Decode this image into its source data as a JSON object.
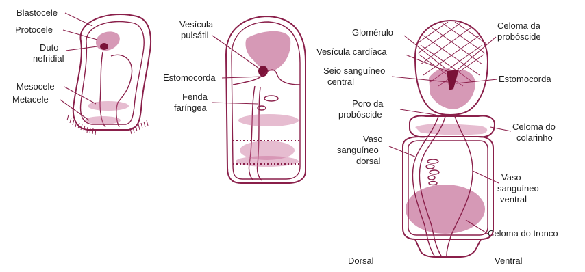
{
  "figure": {
    "left": {
      "labels": {
        "blastocele": "Blastocele",
        "protocele": "Protocele",
        "duto_line1": "Duto",
        "duto_line2": "nefridial",
        "mesocele": "Mesocele",
        "metacele": "Metacele"
      }
    },
    "middle": {
      "labels": {
        "vesicula_line1": "Vesícula",
        "vesicula_line2": "pulsátil",
        "estomocorda": "Estomocorda",
        "fenda_line1": "Fenda",
        "fenda_line2": "faríngea"
      }
    },
    "right": {
      "labels": {
        "glomerulo": "Glomérulo",
        "vesicula_cardiaca": "Vesícula cardíaca",
        "seio_line1": "Seio sanguíneo",
        "seio_line2": "central",
        "poro_line1": "Poro da",
        "poro_line2": "probóscide",
        "vaso_dorsal_line1": "Vaso",
        "vaso_dorsal_line2": "sanguíneo",
        "vaso_dorsal_line3": "dorsal",
        "celoma_probo_line1": "Celoma da",
        "celoma_probo_line2": "probóscide",
        "estomocorda": "Estomocorda",
        "celoma_colar_line1": "Celoma do",
        "celoma_colar_line2": "colarinho",
        "vaso_ventral_line1": "Vaso",
        "vaso_ventral_line2": "sanguíneo",
        "vaso_ventral_line3": "ventral",
        "celoma_tronco": "Celoma do tronco",
        "dorsal": "Dorsal",
        "ventral": "Ventral"
      }
    }
  },
  "colors": {
    "outline": "#8a1f4a",
    "fill": "#b4457a"
  }
}
